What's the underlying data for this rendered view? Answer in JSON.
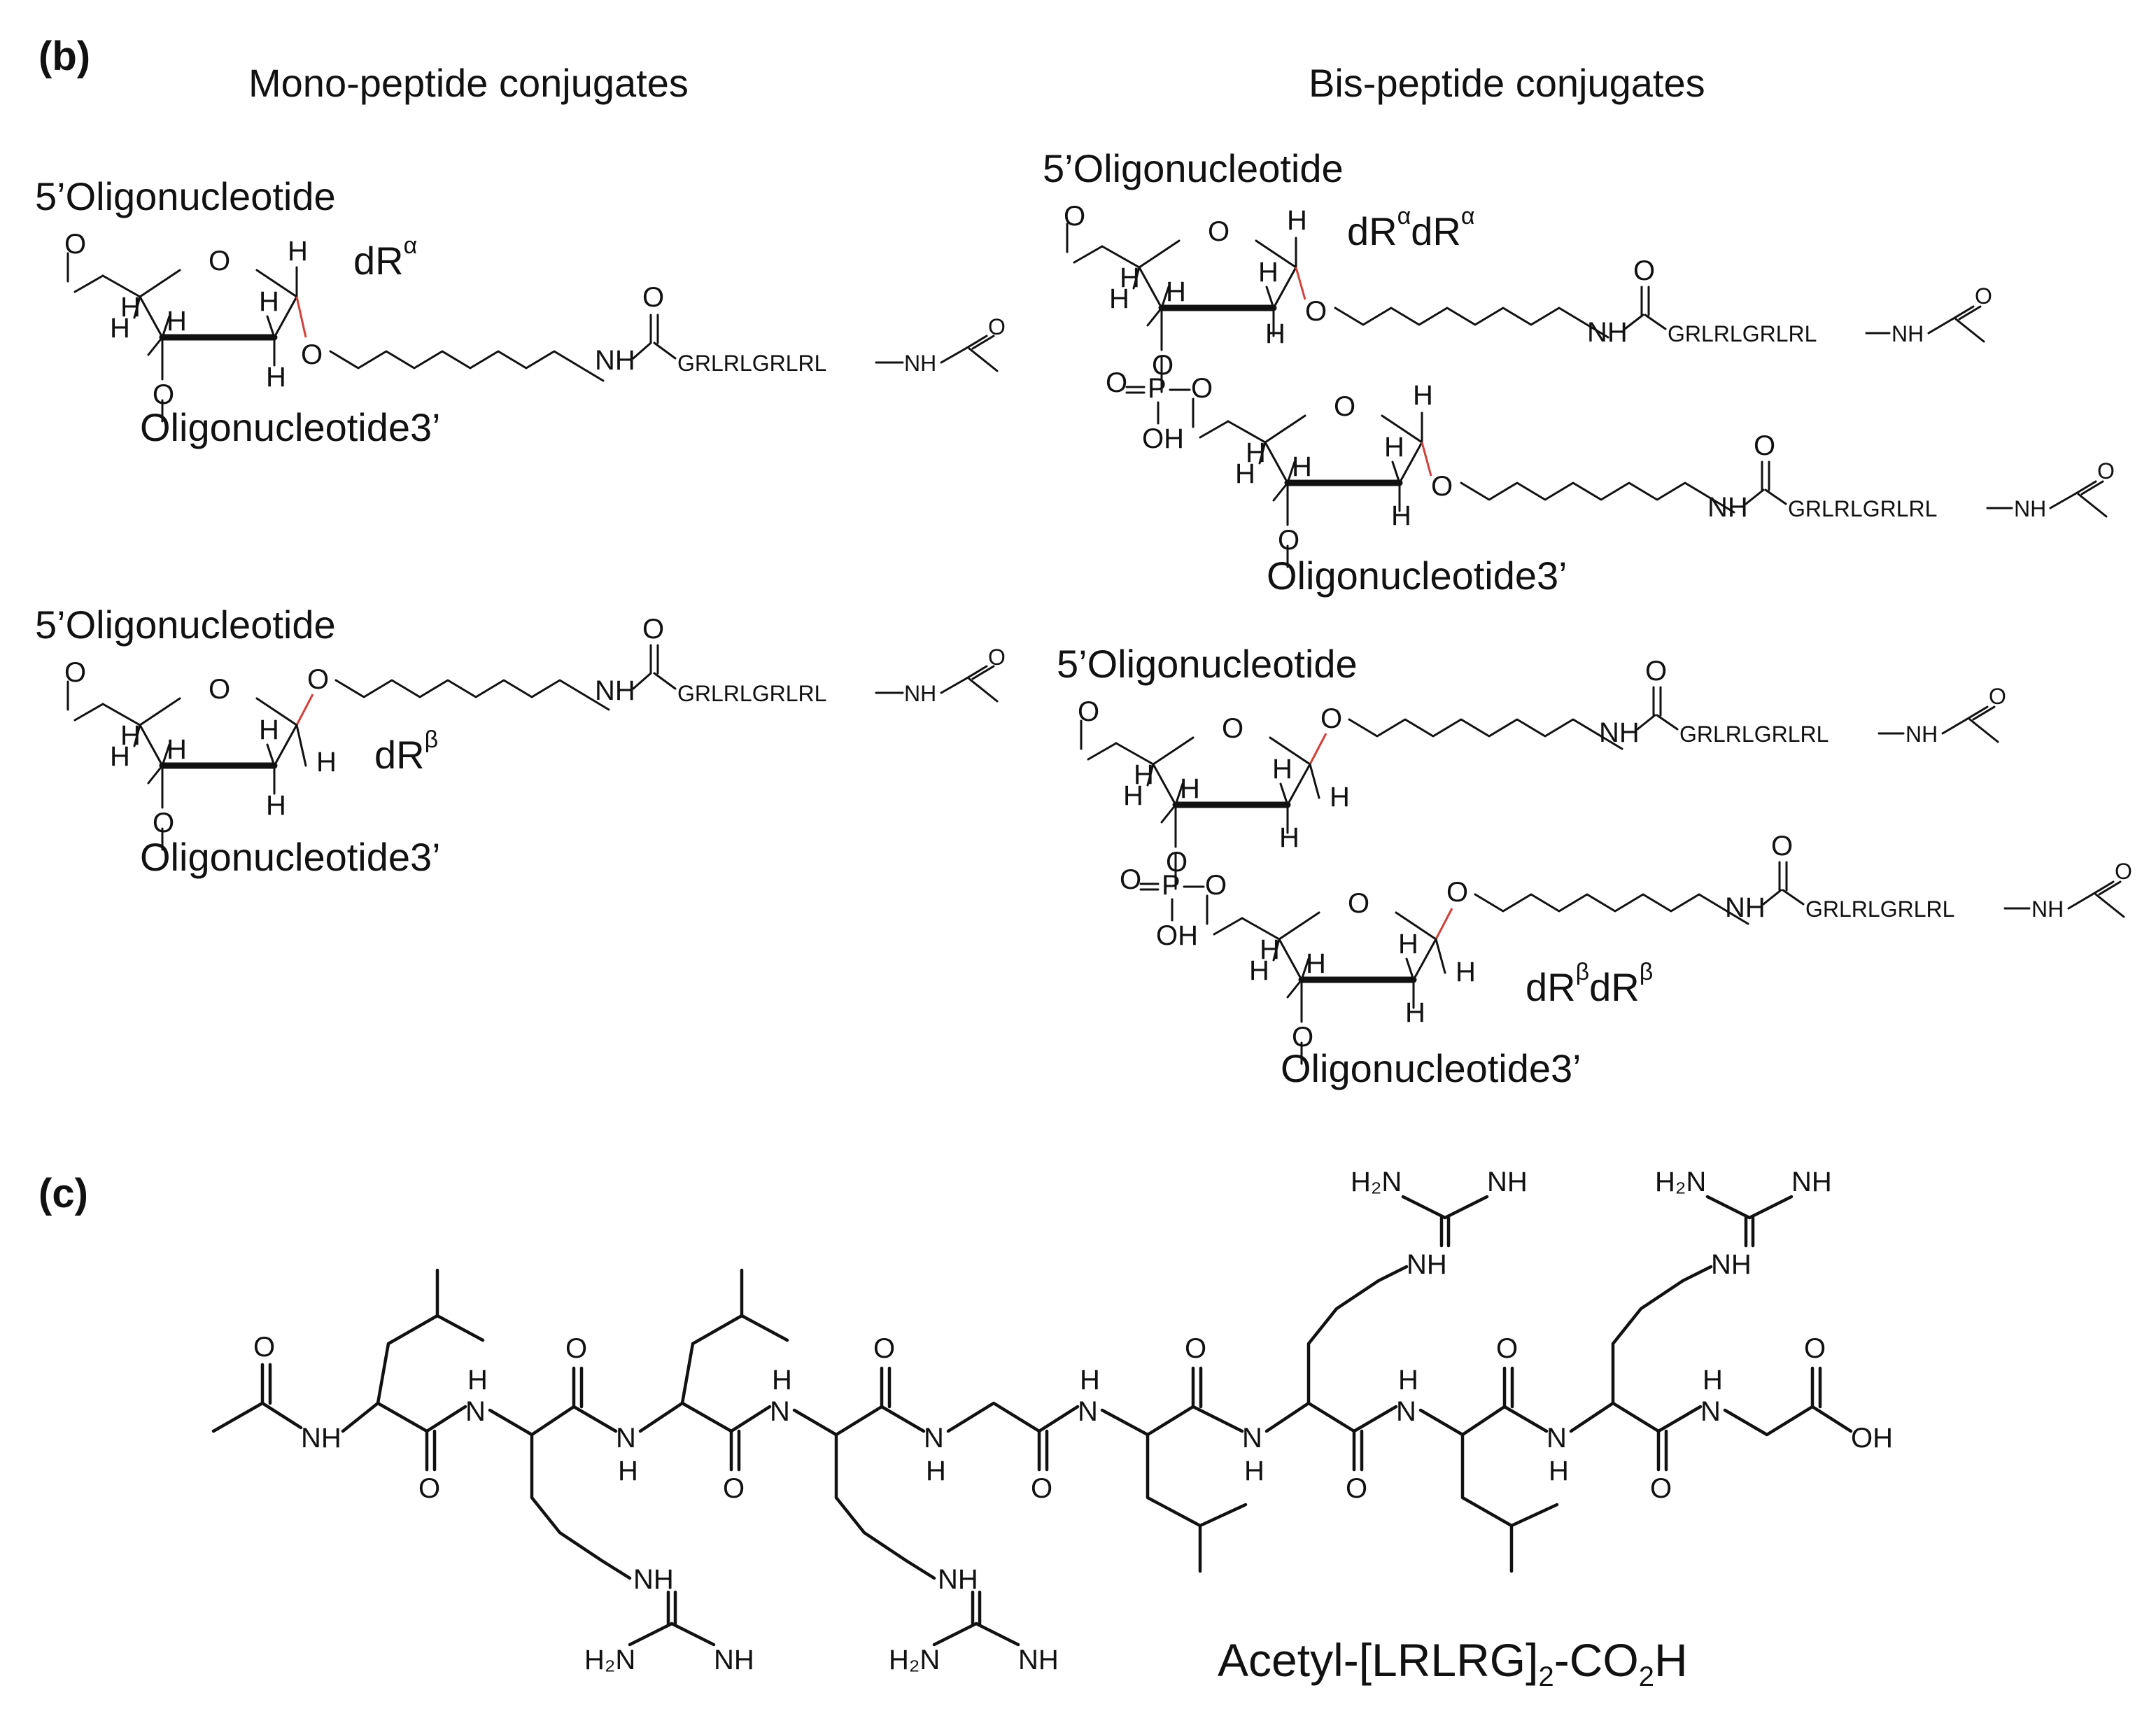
{
  "panel_b": {
    "label": "(b)",
    "mono_title": "Mono-peptide conjugates",
    "bis_title": "Bis-peptide conjugates",
    "oligo_5": "5’Oligonucleotide",
    "oligo_3": "Oligonucleotide3’",
    "peptide_seq": "GRLRLGRLRL",
    "nh": "NH",
    "o": "O",
    "h": "H",
    "oh": "OH",
    "p": "P",
    "labels": {
      "mono_alpha": "dR",
      "mono_alpha_sup": "α",
      "mono_beta": "dR",
      "mono_beta_sup": "β",
      "bis_alpha_1": "dR",
      "bis_alpha_sup_1": "α",
      "bis_alpha_2": "dR",
      "bis_alpha_sup_2": "α",
      "bis_beta_1": "dR",
      "bis_beta_sup_1": "β",
      "bis_beta_2": "dR",
      "bis_beta_sup_2": "β"
    }
  },
  "panel_c": {
    "label": "(c)",
    "h2n": "H₂N",
    "nh": "NH",
    "h": "H",
    "n": "N",
    "o": "O",
    "oh": "OH",
    "caption_main": "Acetyl-[LRLRG]",
    "caption_sub": "2",
    "caption_mid": "-CO",
    "caption_sub2": "2",
    "caption_end": "H"
  },
  "colors": {
    "ink": "#111111",
    "glycosidic_bond": "#d0413a",
    "background": "#ffffff"
  }
}
